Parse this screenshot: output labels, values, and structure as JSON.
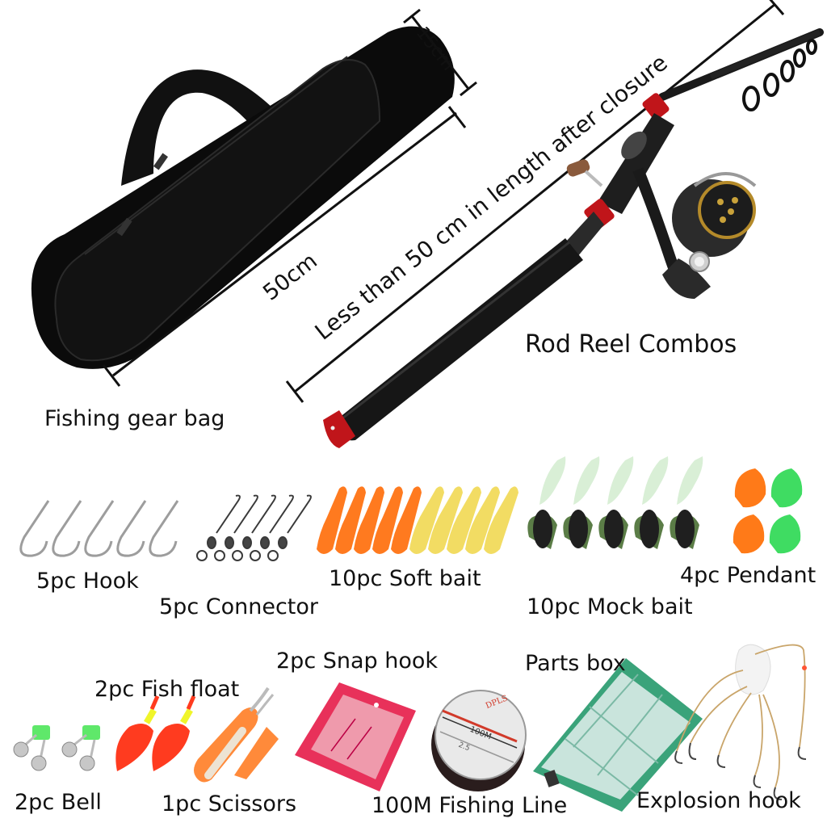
{
  "bag": {
    "label": "Fishing gear bag",
    "length_dimension": "50cm",
    "height_dimension": "15cm",
    "color": "#0d0d0d"
  },
  "rod": {
    "label": "Rod Reel Combos",
    "length_note": "Less than 50 cm in length after closure",
    "grip_color": "#1a1a1a",
    "accent_color": "#c0151a",
    "knob_color": "#8a5a3c"
  },
  "accessories_row1": [
    {
      "name": "hook",
      "label": "5pc Hook",
      "color": "#a8a8a8"
    },
    {
      "name": "connector",
      "label": "5pc Connector",
      "color": "#444444"
    },
    {
      "name": "soft-bait",
      "label": "10pc Soft bait",
      "colors": [
        "#ff7a1f",
        "#f2dc63"
      ]
    },
    {
      "name": "mock-bait",
      "label": "10pc Mock bait",
      "colors": [
        "#d9efd6",
        "#1f1f1f",
        "#5b7d47"
      ]
    },
    {
      "name": "pendant",
      "label": "4pc Pendant",
      "colors": [
        "#ff7a18",
        "#3fdc62"
      ]
    }
  ],
  "accessories_row2": [
    {
      "name": "bell",
      "label": "2pc Bell",
      "colors": [
        "#5fe86a",
        "#c7c7c7"
      ]
    },
    {
      "name": "fish-float",
      "label": "2pc Fish float",
      "colors": [
        "#ff3b1f",
        "#f0f52a"
      ]
    },
    {
      "name": "scissors",
      "label": "1pc Scissors",
      "color": "#ff8a3a"
    },
    {
      "name": "snap-hook",
      "label": "2pc Snap hook",
      "color": "#e8315a"
    },
    {
      "name": "fishing-line",
      "label": "100M Fishing Line",
      "spool_text": {
        "brand": "DPLS",
        "length": "100M",
        "size": "2.5"
      }
    },
    {
      "name": "parts-box",
      "label": "Parts box",
      "color": "#3aa37a"
    },
    {
      "name": "explosion-hook",
      "label": "Explosion hook",
      "color": "#c9a56a"
    }
  ]
}
